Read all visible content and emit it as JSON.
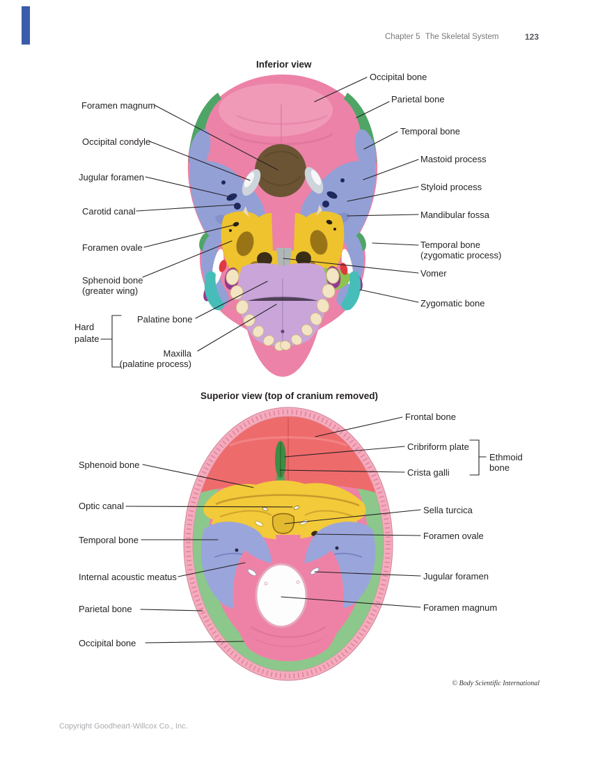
{
  "header": {
    "chapter": "Chapter 5",
    "book_title": "The Skeletal System",
    "page_number": "123"
  },
  "figure1": {
    "title": "Inferior view",
    "labels": {
      "occipital_bone": "Occipital bone",
      "parietal_bone": "Parietal bone",
      "temporal_bone": "Temporal bone",
      "mastoid_process": "Mastoid process",
      "styloid_process": "Styloid process",
      "mandibular_fossa": "Mandibular fossa",
      "temporal_bone_zyg_1": "Temporal bone",
      "temporal_bone_zyg_2": "(zygomatic process)",
      "vomer": "Vomer",
      "zygomatic_bone": "Zygomatic bone",
      "foramen_magnum": "Foramen magnum",
      "occipital_condyle": "Occipital condyle",
      "jugular_foramen": "Jugular foramen",
      "carotid_canal": "Carotid canal",
      "foramen_ovale": "Foramen ovale",
      "sphenoid_bone_1": "Sphenoid bone",
      "sphenoid_bone_2": "(greater wing)",
      "hard_palate_1": "Hard",
      "hard_palate_2": "palate",
      "palatine_bone": "Palatine bone",
      "maxilla_1": "Maxilla",
      "maxilla_2": "(palatine process)"
    }
  },
  "figure2": {
    "title": "Superior view (top of cranium removed)",
    "labels": {
      "frontal_bone": "Frontal bone",
      "cribriform_plate": "Cribriform plate",
      "crista_galli": "Crista galli",
      "ethmoid_bone_1": "Ethmoid",
      "ethmoid_bone_2": "bone",
      "sella_turcica": "Sella turcica",
      "foramen_ovale": "Foramen ovale",
      "jugular_foramen": "Jugular foramen",
      "foramen_magnum": "Foramen magnum",
      "sphenoid_bone": "Sphenoid bone",
      "optic_canal": "Optic canal",
      "temporal_bone": "Temporal bone",
      "internal_acoustic_meatus": "Internal acoustic meatus",
      "parietal_bone": "Parietal bone",
      "occipital_bone": "Occipital bone"
    }
  },
  "footer": {
    "credit": "© Body Scientific International",
    "copyright": "Copyright Goodheart-Willcox Co., Inc."
  },
  "colors": {
    "line": "#231f20",
    "text": "#231f20",
    "header_gray": "#77787b",
    "page_number_gray": "#55565a",
    "footer_gray": "#a9abae",
    "credit_gray": "#333333",
    "margin_tab_blue": "#3b5cab",
    "occipital_pink": "#ec82a7",
    "occipital_pink_light": "#f5aec7",
    "occipital_pink_dark": "#d9709a",
    "parietal_green": "#4ea566",
    "temporal_periwinkle": "#93a0d6",
    "periwinkle_dark": "#7d8ac2",
    "sphenoid_yellow": "#eec32d",
    "sphenoid_brown": "#8a6614",
    "foramen_brown": "#6b5434",
    "condyle_gray": "#cdd4dc",
    "vomer_gray": "#aeb6b8",
    "palatine_green": "#8cc44d",
    "maxilla_lavender": "#c9a5da",
    "maxilla_purple": "#93398f",
    "teeth_cream": "#f3e5c4",
    "teeth_edge": "#cdb488",
    "zygomatic_teal": "#47bdb9",
    "accent_red": "#e0393f",
    "navy": "#1e2a5e",
    "fig2_frontal_red": "#ee6b6c",
    "fig2_rim_pink": "#f5abbd",
    "fig2_rim_speckle": "#c9607a",
    "fig2_parietal_green": "#8cc88b",
    "fig2_occipital_pink": "#ee82a6",
    "fig2_sphenoid_yellow": "#f2ca3a",
    "fig2_sphenoid_shadow": "#c8992b",
    "fig2_temporal_periwinkle": "#9aa5db",
    "crista_green": "#3f8c44"
  }
}
